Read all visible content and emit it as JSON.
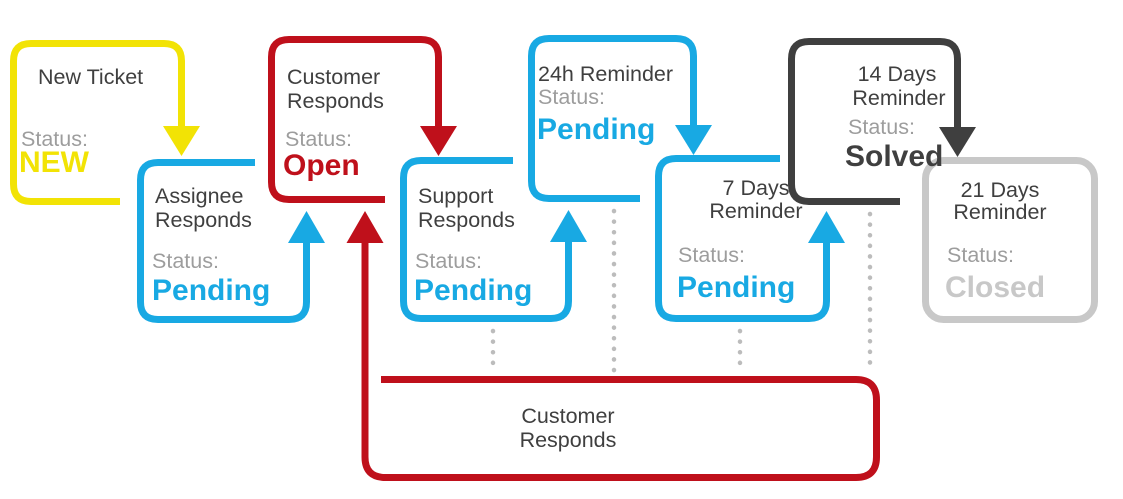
{
  "diagram": {
    "kind": "ticket-lifecycle-flowchart",
    "colors": {
      "yellow": "#F2E305",
      "cyan": "#18A9E3",
      "red": "#BF101B",
      "dark_gray": "#3F3F3F",
      "light_gray": "#C8C8C8",
      "title_text": "#3F3F3F",
      "status_label_gray": "#9D9D9D",
      "dotted_line_gray": "#BCBCBC"
    },
    "nodes": {
      "new_ticket": {
        "title1": "New Ticket",
        "title2": "",
        "status_label": "Status:",
        "status_value": "NEW",
        "accent": "#F2E305"
      },
      "assignee": {
        "title1": "Assignee",
        "title2": "Responds",
        "status_label": "Status:",
        "status_value": "Pending",
        "accent": "#18A9E3"
      },
      "customer": {
        "title1": "Customer",
        "title2": "Responds",
        "status_label": "Status:",
        "status_value": "Open",
        "accent": "#BF101B"
      },
      "support": {
        "title1": "Support",
        "title2": "Responds",
        "status_label": "Status:",
        "status_value": "Pending",
        "accent": "#18A9E3"
      },
      "reminder24h": {
        "title1": "24h Reminder",
        "title2": "",
        "status_label": "Status:",
        "status_value": "Pending",
        "accent": "#18A9E3"
      },
      "reminder7d": {
        "title1": "7 Days",
        "title2": "Reminder",
        "status_label": "Status:",
        "status_value": "Pending",
        "accent": "#18A9E3"
      },
      "reminder14d": {
        "title1": "14 Days",
        "title2": "Reminder",
        "status_label": "Status:",
        "status_value": "Solved",
        "accent": "#3F3F3F"
      },
      "reminder21d": {
        "title1": "21 Days",
        "title2": "Reminder",
        "status_label": "Status:",
        "status_value": "Closed",
        "accent": "#C8C8C8"
      }
    },
    "loop": {
      "title1": "Customer",
      "title2": "Responds"
    }
  }
}
